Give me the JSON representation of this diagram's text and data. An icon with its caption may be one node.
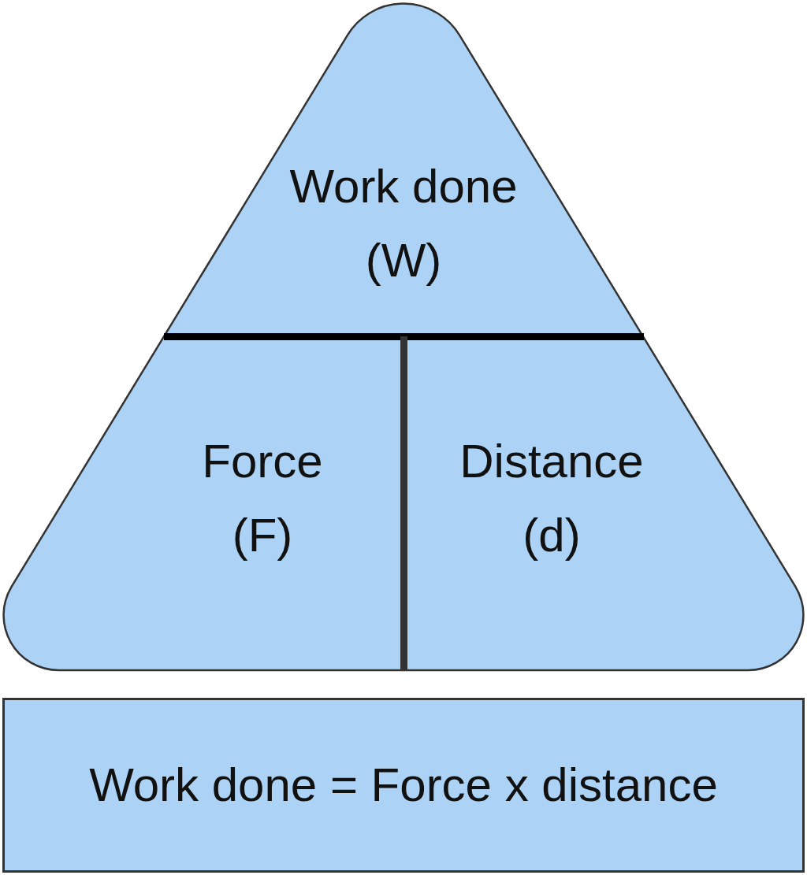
{
  "diagram": {
    "nodes": [
      {
        "text": [],
        "shape": "triangle"
      },
      {
        "text": [
          "Work done (W)"
        ],
        "in": 0
      },
      {
        "text": [
          "Force (F)"
        ],
        "in": 0
      },
      {
        "text": [
          "Distance (d)"
        ],
        "in": 0
      },
      {
        "text": [
          "Work done = Force x distance"
        ]
      }
    ]
  }
}
